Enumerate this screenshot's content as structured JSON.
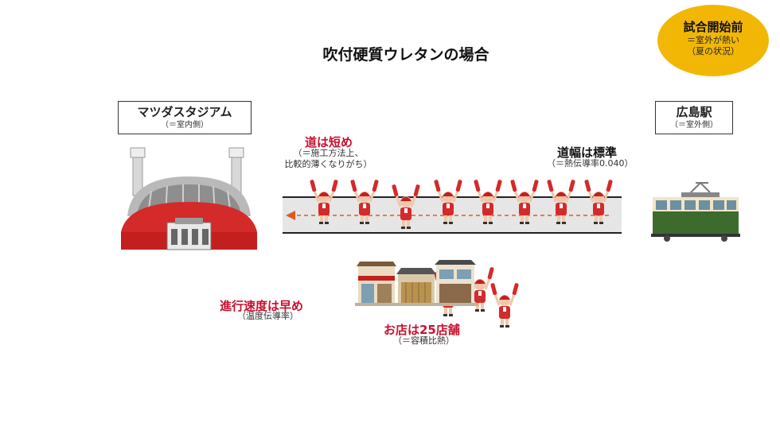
{
  "title": "吹付硬質ウレタンの場合",
  "badge": {
    "main": "試合開始前",
    "line1": "＝室外が熱い",
    "line2": "（夏の状況）",
    "color": "#f2b705"
  },
  "stadium_box": {
    "name": "マツダスタジアム",
    "sub": "（＝室内側）"
  },
  "station_box": {
    "name": "広島駅",
    "sub": "（＝室外側）"
  },
  "road_short": {
    "heading": "道は短め",
    "note1": "（＝施工方法上、",
    "note2": "比較的薄くなりがち）"
  },
  "road_width": {
    "heading": "道幅は標準",
    "note": "（＝熱伝導率0.040）"
  },
  "speed": {
    "heading": "進行速度は早め",
    "note": "（温度伝導率）"
  },
  "shops": {
    "heading": "お店は25店舗",
    "note": "（＝容積比熱）"
  },
  "colors": {
    "accent_red": "#c8102e",
    "arrow": "#e05a1c",
    "road": "#e6e6e6",
    "tram": "#3d6b2e"
  },
  "icons": [
    "stadium-icon",
    "tram-icon",
    "shop-street-icon",
    "fan-figure-icon"
  ]
}
